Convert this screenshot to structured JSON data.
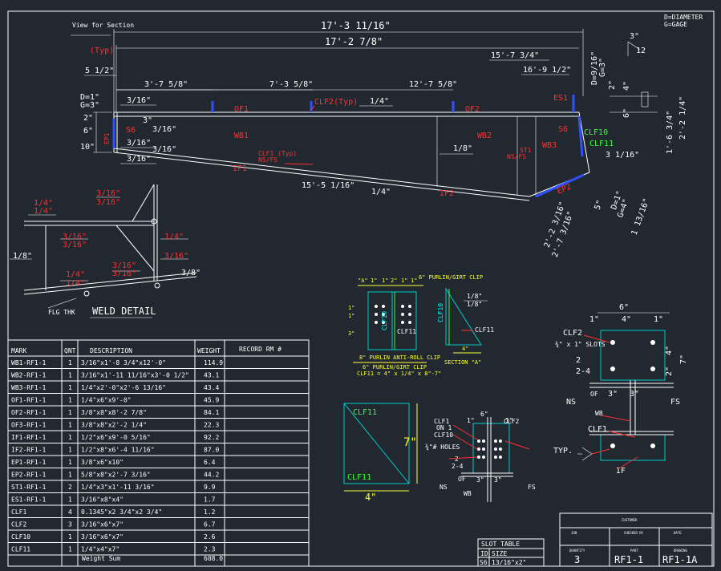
{
  "legend": {
    "diameter": "D=DIAMETER",
    "gage": "G=GAGE"
  },
  "view_for_section": "View for Section",
  "slope": {
    "rise": "3\"",
    "run": "12"
  },
  "dims_top": {
    "overall": "17'-3 11/16\"",
    "second": "17'-2 7/8\"",
    "d15": "15'-7 3/4\"",
    "d16": "16'-9 1/2\"",
    "d3": "3'-7 5/8\"",
    "d7": "7'-3 5/8\"",
    "d12": "12'-7 5/8\"",
    "left_5": "5 1/2\"",
    "typ": "(Typ)",
    "bottom": "15'-5 1/16\""
  },
  "left_dims": {
    "d1": "D=1\"",
    "g3": "G=3\"",
    "two": "2\"",
    "six": "6\"",
    "ten": "10\"",
    "three": "3\""
  },
  "right_dims": {
    "d916": "D=9/16\"",
    "g3": "G=3\"",
    "two": "2\"",
    "four": "4\"",
    "six": "6\"",
    "d22": "2'-2 1/4\"",
    "d16": "1'-6 3/4\"",
    "d3_116": "3 1/16\"",
    "d1": "D=1\"",
    "g4": "G=4\"",
    "d1_1316": "1 13/16\"",
    "five": "5\"",
    "b1": "2'-2 3/16\"",
    "b2": "2'-7 3/16\""
  },
  "welds": {
    "w316": "3/16\"",
    "w14": "1/4\"",
    "w18": "1/8\"",
    "w38": "3/8\""
  },
  "parts": {
    "of1": "OF1",
    "of2": "OF2",
    "wb1": "WB1",
    "wb2": "WB2",
    "wb3": "WB3",
    "if1": "IF1",
    "if2": "IF2",
    "ep1": "EP1",
    "ep2": "EP2",
    "es1": "ES1",
    "st1": "ST1",
    "st1_sub": "NS/FS",
    "s6": "S6",
    "clf2": "CLF2(Typ)",
    "clf1": "CLF1 (Typ)",
    "clf1_sub": "NS/FS",
    "clf10": "CLF10",
    "clf11": "CLF11"
  },
  "weld_detail": {
    "title": "WELD DETAIL",
    "flg_thk": "FLG THK"
  },
  "clip_detail": {
    "a": "\"A\"",
    "one": "1\"",
    "two": "2\"",
    "three": "3\"",
    "four": "4\"",
    "purlin_clip": "6\" PURLIN/GIRT CLIP",
    "anti_roll": "8\" PURLIN ANTI-ROLL CLIP",
    "purlin_girt": "6\" PURLIN/GIRT CLIP",
    "clf_note": "CLF11 = 4\" x 1/4\" x 8\"-7\"",
    "section_a": "SECTION \"A\"",
    "clf10": "CLF10",
    "clf11": "CLF11",
    "w18": "1/8\"",
    "w18b": "1/8\""
  },
  "plate_detail": {
    "top": "CLF11",
    "bottom": "CLF11",
    "height": "7\"",
    "width": "4\""
  },
  "mid_conn": {
    "clf1": "CLF1",
    "clf2": "CLF2",
    "clf10": "CLF10",
    "on": "ON 1",
    "holes": "¾\"# HOLES",
    "ns": "NS",
    "fs": "FS",
    "of": "OF",
    "wb": "WB",
    "six": "6\"",
    "one": "1\"",
    "three": "3\"",
    "d24": "2-4",
    "d2": "2"
  },
  "right_conn": {
    "six": "6\"",
    "four": "4\"",
    "one": "1\"",
    "seven": "7\"",
    "two": "2\"",
    "three": "3\"",
    "clf2": "CLF2",
    "slots": "¾\" x 1\" SLOTS",
    "d2": "2",
    "d24": "2-4",
    "of": "OF",
    "ns": "NS",
    "fs": "FS",
    "wb": "WB",
    "clf1": "CLF1",
    "typ": "TYP.",
    "if": "IF"
  },
  "bom": {
    "headers": [
      "MARK",
      "QNT",
      "DESCRIPTION",
      "WEIGHT",
      "RECORD RM #"
    ],
    "rows": [
      [
        "WB1-RF1-1",
        "1",
        "3/16\"x1'-8 3/4\"x12'-0\"",
        "114.9"
      ],
      [
        "WB2-RF1-1",
        "1",
        "3/16\"x1'-11 11/16\"x3'-0 1/2\"",
        "43.1"
      ],
      [
        "WB3-RF1-1",
        "1",
        "1/4\"x2'-0\"x2'-6 13/16\"",
        "43.4"
      ],
      [
        "OF1-RF1-1",
        "1",
        "1/4\"x6\"x9'-0\"",
        "45.9"
      ],
      [
        "OF2-RF1-1",
        "1",
        "3/8\"x8\"x8'-2 7/8\"",
        "84.1"
      ],
      [
        "OF3-RF1-1",
        "1",
        "3/8\"x8\"x2'-2 1/4\"",
        "22.3"
      ],
      [
        "IF1-RF1-1",
        "1",
        "1/2\"x6\"x9'-0 5/16\"",
        "92.2"
      ],
      [
        "IF2-RF1-1",
        "1",
        "1/2\"x8\"x6'-4 11/16\"",
        "87.0"
      ],
      [
        "EP1-RF1-1",
        "1",
        "3/8\"x6\"x10\"",
        "6.4"
      ],
      [
        "EP2-RF1-1",
        "1",
        "5/8\"x8\"x2'-7 3/16\"",
        "44.2"
      ],
      [
        "ST1-RF1-1",
        "2",
        "1/4\"x3\"x1'-11 3/16\"",
        "9.9"
      ],
      [
        "ES1-RF1-1",
        "1",
        "3/16\"x8\"x4\"",
        "1.7"
      ],
      [
        "CLF1",
        "4",
        "0.1345\"x2 3/4\"x2 3/4\"",
        "1.2"
      ],
      [
        "CLF2",
        "3",
        "3/16\"x6\"x7\"",
        "6.7"
      ],
      [
        "CLF10",
        "1",
        "3/16\"x6\"x7\"",
        "2.6"
      ],
      [
        "CLF11",
        "1",
        "1/4\"x4\"x7\"",
        "2.3"
      ]
    ],
    "sum_label": "Weight Sum",
    "sum_value": "608.0"
  },
  "slot_table": {
    "title": "SLOT TABLE",
    "col_id": "ID",
    "col_size": "SIZE",
    "id": "S6",
    "size": "13/16\"x2\""
  },
  "title_block": {
    "customer": "CUSTOMER",
    "job": "JOB",
    "checked_by": "CHECKED BY",
    "date": "DATE",
    "quantity": "QUANTITY",
    "quantity_value": "3",
    "part": "PART",
    "part_value": "RF1-1",
    "drawing": "DRAWING",
    "drawing_value": "RF1-1A"
  }
}
